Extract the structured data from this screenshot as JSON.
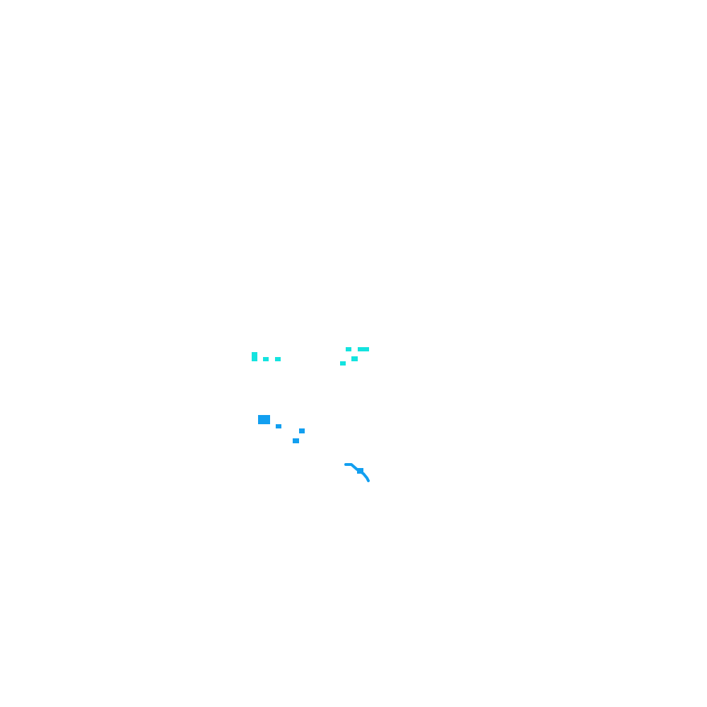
{
  "colors": {
    "background": "#ffffff",
    "cyan": "#14e3df",
    "blue": "#129ff0"
  },
  "fragments": [
    {
      "id": "cyan-cluster-left",
      "color": "cyan"
    },
    {
      "id": "cyan-cluster-right",
      "color": "cyan"
    },
    {
      "id": "blue-cluster-left",
      "color": "blue"
    },
    {
      "id": "blue-stroke-right",
      "color": "blue"
    }
  ]
}
